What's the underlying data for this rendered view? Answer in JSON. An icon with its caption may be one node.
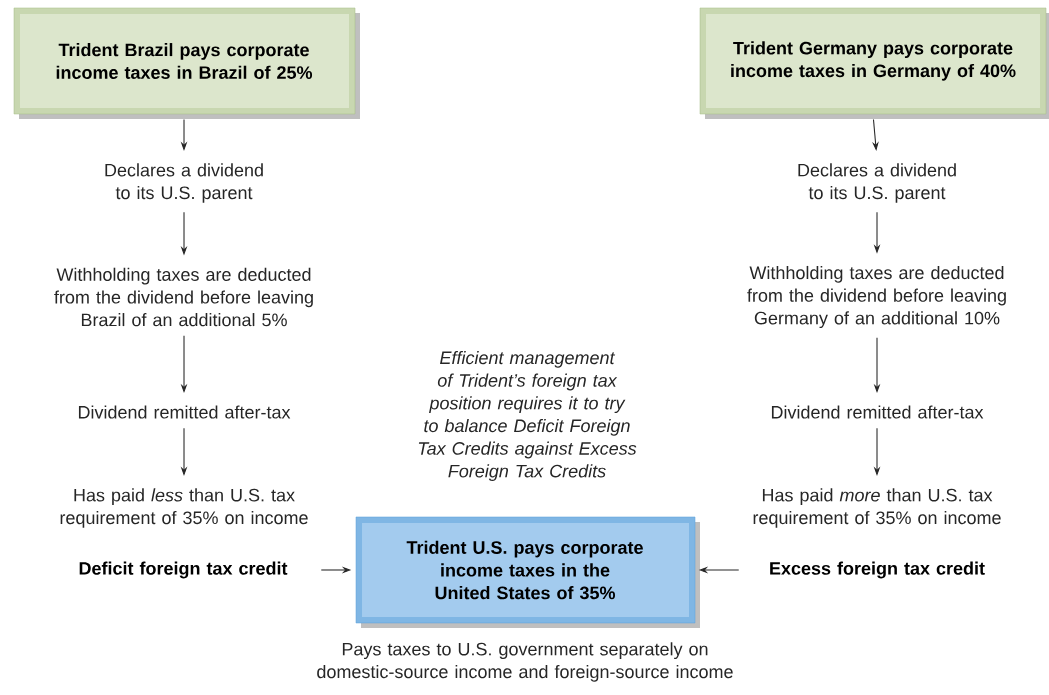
{
  "diagram": {
    "nodes": [
      {
        "text": [
          "Trident Brazil pays corporate income taxes in Brazil of 25%"
        ]
      },
      {
        "text": [
          "Declares a dividend to its U.S. parent"
        ]
      },
      {
        "text": [
          "Withholding taxes are deducted from the dividend before leaving Brazil of an additional 5%"
        ]
      },
      {
        "text": [
          "Dividend remitted after-tax"
        ]
      },
      {
        "text": [
          "Has paid *less* than U.S. tax requirement of 35% on income"
        ]
      },
      {
        "text": [
          "Deficit foreign tax credit"
        ]
      },
      {
        "text": [
          "Trident Germany pays corporate income taxes in Germany of 40%"
        ]
      },
      {
        "text": [
          "Declares a dividend to its U.S. parent"
        ]
      },
      {
        "text": [
          "Withholding taxes are deducted from the dividend before leaving Germany of an additional 10%"
        ]
      },
      {
        "text": [
          "Dividend remitted after-tax"
        ]
      },
      {
        "text": [
          "Has paid *more* than U.S. tax requirement of 35% on income"
        ]
      },
      {
        "text": [
          "Excess foreign tax credit"
        ]
      },
      {
        "text": [
          "Trident U.S. pays corporate income taxes in the United States of 35%"
        ],
        "beside": [
          "Pays taxes to U.S. government separately on domestic-source income and foreign-source income"
        ]
      }
    ],
    "edges": [
      {
        "from": 0,
        "to": 1,
        "arrow": "to"
      },
      {
        "from": 1,
        "to": 2,
        "arrow": "to"
      },
      {
        "from": 2,
        "to": 3,
        "arrow": "to"
      },
      {
        "from": 3,
        "to": 4,
        "arrow": "to"
      },
      {
        "from": 6,
        "to": 7,
        "arrow": "to"
      },
      {
        "from": 7,
        "to": 8,
        "arrow": "to"
      },
      {
        "from": 8,
        "to": 9,
        "arrow": "to"
      },
      {
        "from": 9,
        "to": 10,
        "arrow": "to"
      },
      {
        "from": 5,
        "to": 12,
        "arrow": "to"
      },
      {
        "from": 11,
        "to": 12,
        "arrow": "to"
      }
    ],
    "labels": [
      "Efficient management of Trident’s foreign tax position requires it to try to balance Deficit Foreign Tax Credits against Excess Foreign Tax Credits"
    ]
  }
}
